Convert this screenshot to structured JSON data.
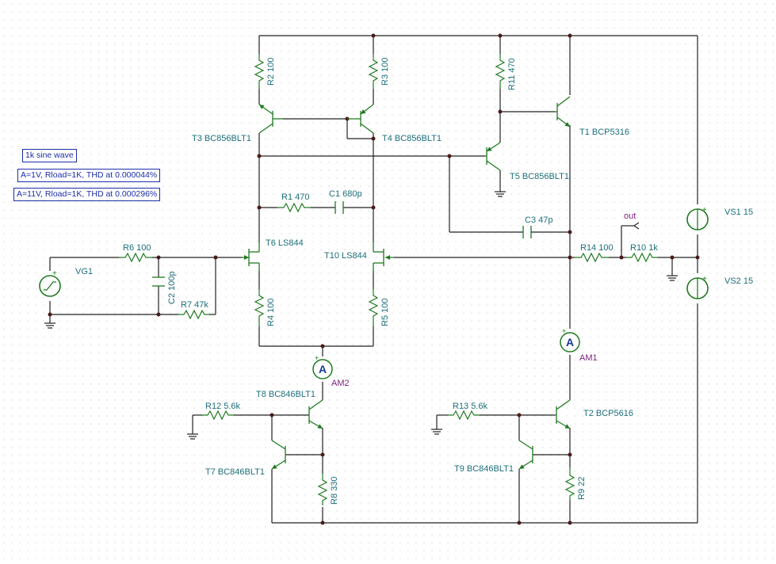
{
  "notes": [
    "1k sine wave",
    "A=1V, Rload=1K, THD at 0.000044%",
    "A=11V, Rload=1K, THD at 0.000296%"
  ],
  "labels": {
    "R2": "R2 100",
    "R3": "R3 100",
    "R11": "R11 470",
    "T3": "T3 BC856BLT1",
    "T4": "T4 BC856BLT1",
    "T1": "T1 BCP5316",
    "T5": "T5 BC856BLT1",
    "R1": "R1 470",
    "C1": "C1 680p",
    "C3": "C3 47p",
    "out": "out",
    "VS1": "VS1 15",
    "VS2": "VS2 15",
    "R6": "R6 100",
    "VG1": "VG1",
    "T6": "T6 LS844",
    "T10": "T10 LS844",
    "C2": "C2 100p",
    "R7": "R7 47k",
    "R14": "R14 100",
    "R10": "R10 1k",
    "R4": "R4 100",
    "R5": "R5 100",
    "AM1": "AM1",
    "AM2": "AM2",
    "T8": "T8 BC846BLT1",
    "R12": "R12 5.6k",
    "R13": "R13 5.6k",
    "T2": "T2 BCP5616",
    "T7": "T7 BC846BLT1",
    "T9": "T9 BC846BLT1",
    "R8": "R8 330",
    "R9": "R9 22",
    "meter": "A"
  }
}
